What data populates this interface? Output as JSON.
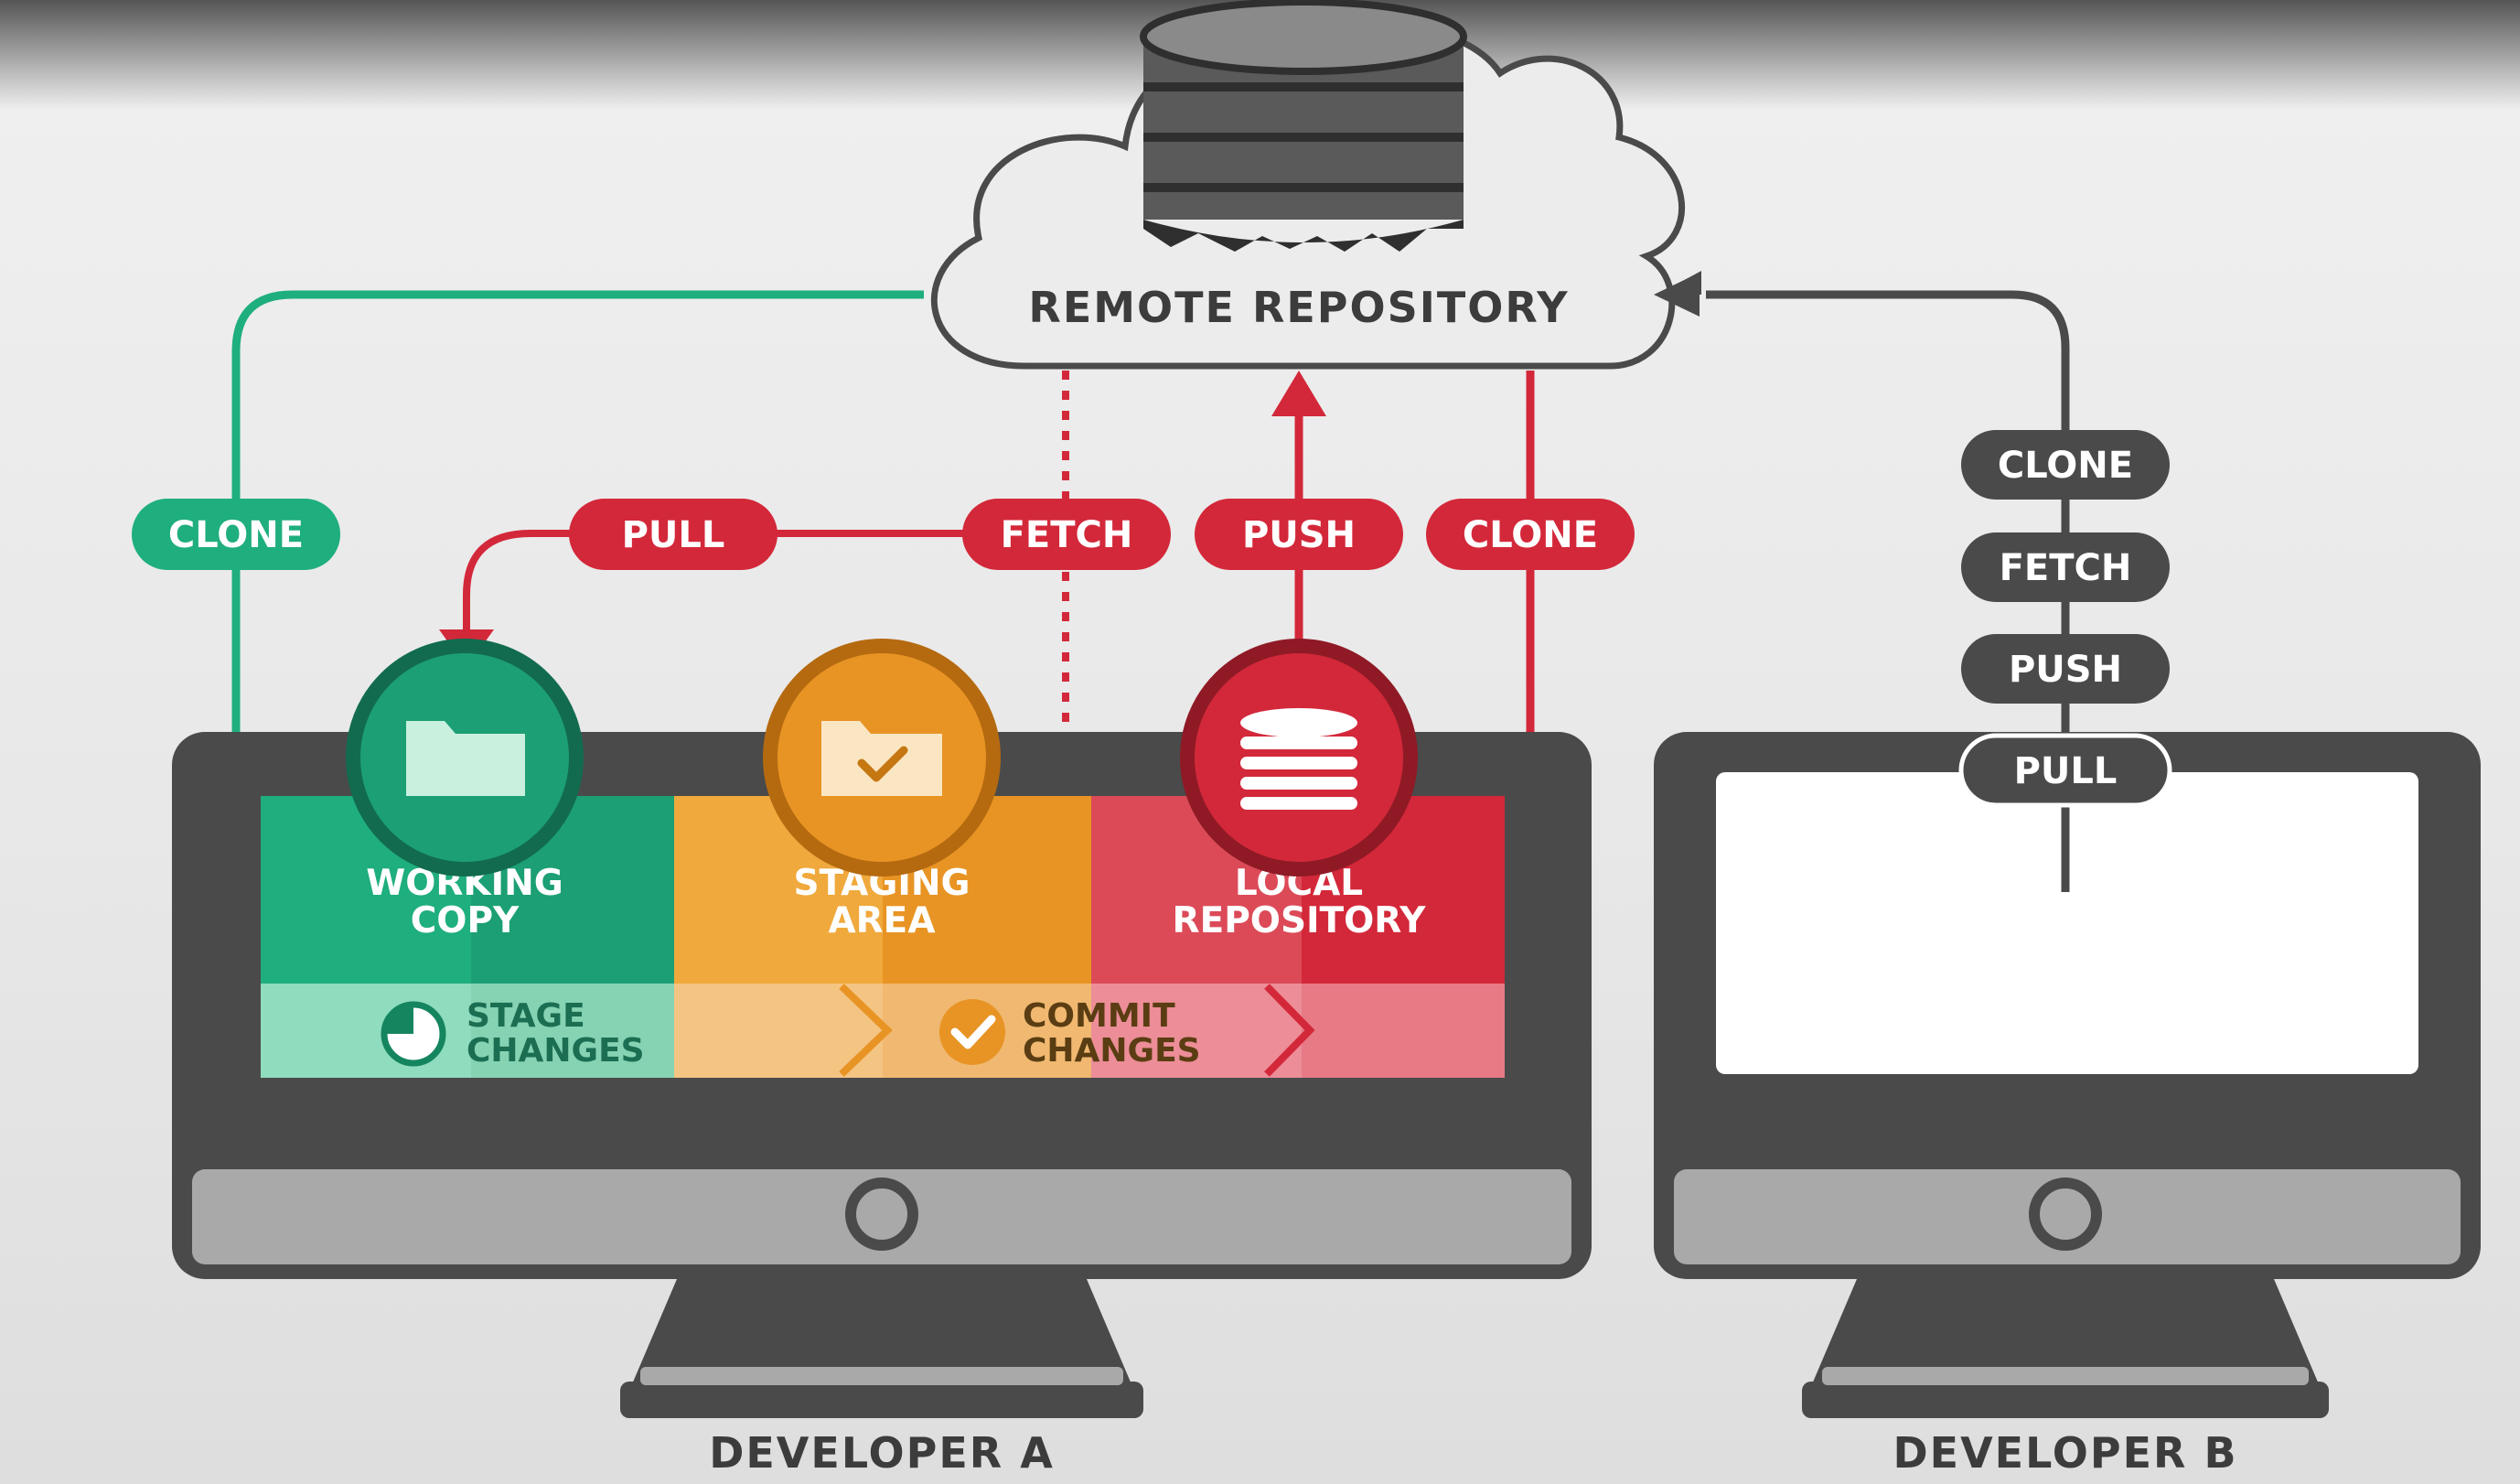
{
  "colors": {
    "green": "#1fae7e",
    "green_dark": "#15855f",
    "green_light": "#8fdcbe",
    "orange": "#e89424",
    "orange_dark": "#c57711",
    "orange_light": "#f4c483",
    "red": "#d3283a",
    "red_dark": "#a91c2b",
    "red_light": "#ec8d97",
    "gray": "#4a4a4a",
    "gray_light": "#a9a9a9",
    "cloud": "#ededed",
    "cloud_stroke": "#4a4a4a",
    "white": "#ffffff"
  },
  "remote": {
    "label": "REMOTE REPOSITORY",
    "icon": "database-stack-icon"
  },
  "developer_a": {
    "caption_prefix": "DEVELOPER ",
    "caption_letter": "A",
    "clone_left": "CLONE",
    "pull": "PULL",
    "fetch": "FETCH",
    "push": "PUSH",
    "clone_right": "CLONE",
    "areas": [
      {
        "line1": "WORKING",
        "line2": "COPY",
        "icon": "folder-icon"
      },
      {
        "line1": "STAGING",
        "line2": "AREA",
        "icon": "folder-check-icon"
      },
      {
        "line1": "LOCAL",
        "line2": "REPOSITORY",
        "icon": "database-icon"
      }
    ],
    "steps": [
      {
        "line1": "STAGE",
        "line2": "CHANGES",
        "icon": "stage-pie-icon"
      },
      {
        "line1": "COMMIT",
        "line2": "CHANGES",
        "icon": "check-circle-icon"
      }
    ]
  },
  "developer_b": {
    "caption_prefix": "DEVELOPER ",
    "caption_letter": "B",
    "ops": [
      "CLONE",
      "FETCH",
      "PUSH",
      "PULL"
    ]
  }
}
